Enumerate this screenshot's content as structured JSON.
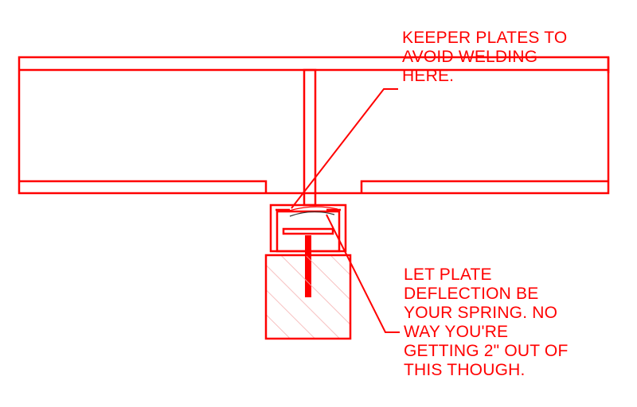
{
  "colors": {
    "line": "#ff0000",
    "hatch": "#f5b0b0",
    "paper": "#ffffff",
    "ink": "#333333"
  },
  "notes": {
    "keeper": {
      "lines": [
        "KEEPER PLATES TO",
        "AVOID WELDING",
        "HERE."
      ]
    },
    "deflection": {
      "lines": [
        "LET PLATE",
        "DEFLECTION BE",
        "YOUR SPRING.  NO",
        "WAY YOU'RE",
        "GETTING 2\" OUT OF",
        "THIS THOUGH."
      ]
    }
  }
}
